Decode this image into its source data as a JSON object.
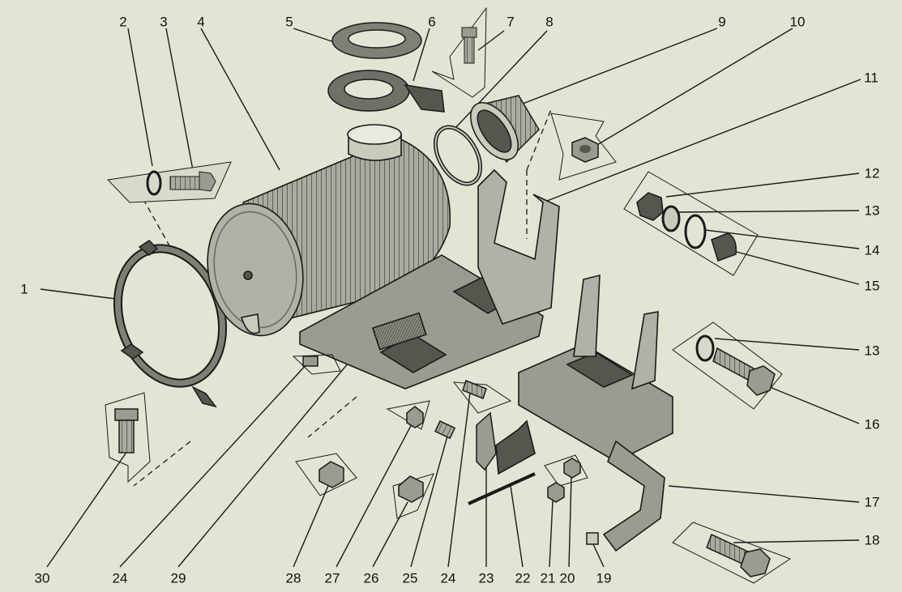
{
  "colors": {
    "background": "#e2e5d3",
    "ink": "#1a1a1a",
    "part_fill": "#9a9c90",
    "part_light": "#c9cbbb",
    "part_dark": "#55574f"
  },
  "diagram": {
    "type": "exploded-assembly",
    "callouts": [
      "1",
      "2",
      "3",
      "4",
      "5",
      "6",
      "7",
      "8",
      "9",
      "10",
      "11",
      "12",
      "13",
      "14",
      "15",
      "16",
      "17",
      "18",
      "19",
      "20",
      "21",
      "22",
      "23",
      "24",
      "25",
      "26",
      "27",
      "28",
      "29",
      "30",
      "13",
      "24"
    ]
  }
}
